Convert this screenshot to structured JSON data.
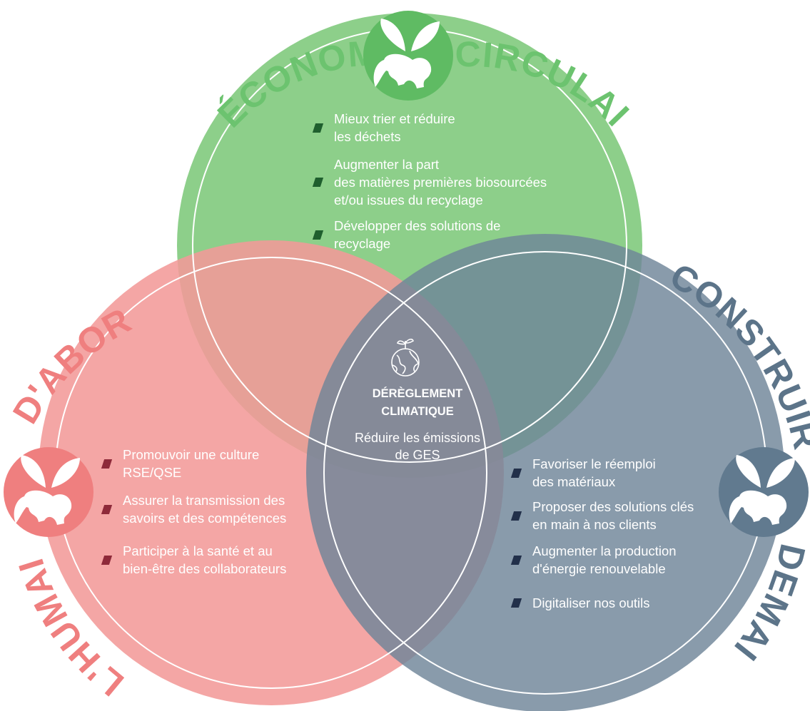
{
  "colors": {
    "green": "#8dcf8a",
    "green_dark": "#5fbb63",
    "green_title": "#6cc36f",
    "green_bullet": "#1f5f2e",
    "red": "#f29a99",
    "red_dark": "#ef7f7f",
    "red_title": "#f07b7b",
    "red_bullet": "#8e2a3a",
    "slate": "#7d93a7",
    "slate_dark": "#617a8f",
    "slate_title": "#5c7489",
    "slate_bullet": "#22304a"
  },
  "circles": {
    "top": {
      "title_left": "ÉCONOMIE",
      "title_right": "CIRCULAIRE",
      "items": [
        "Mieux trier et réduire\nles déchets",
        "Augmenter la part\ndes matières premières biosourcées\net/ou issues du recyclage",
        "Développer des solutions de\nrecyclage"
      ]
    },
    "left": {
      "title_outer": "L'HUMAIN",
      "title_inner": "D'ABORD",
      "items": [
        "Promouvoir une culture\nRSE/QSE",
        "Assurer la transmission des\nsavoirs et des compétences",
        "Participer à la santé et au\nbien-être des collaborateurs"
      ]
    },
    "right": {
      "title_outer": "CONSTRUIRE",
      "title_inner": "DEMAIN",
      "items": [
        "Favoriser le réemploi\ndes matériaux",
        "Proposer des solutions clés\nen main à nos clients",
        "Augmenter la production\nd'énergie renouvelable",
        "Digitaliser nos outils"
      ]
    }
  },
  "center": {
    "icon": "globe-sprout-icon",
    "title": "DÉRÈGLEMENT\nCLIMATIQUE",
    "text": "Réduire les émissions\nde GES"
  },
  "badges": {
    "icon": "elephant-leaf-icon"
  }
}
